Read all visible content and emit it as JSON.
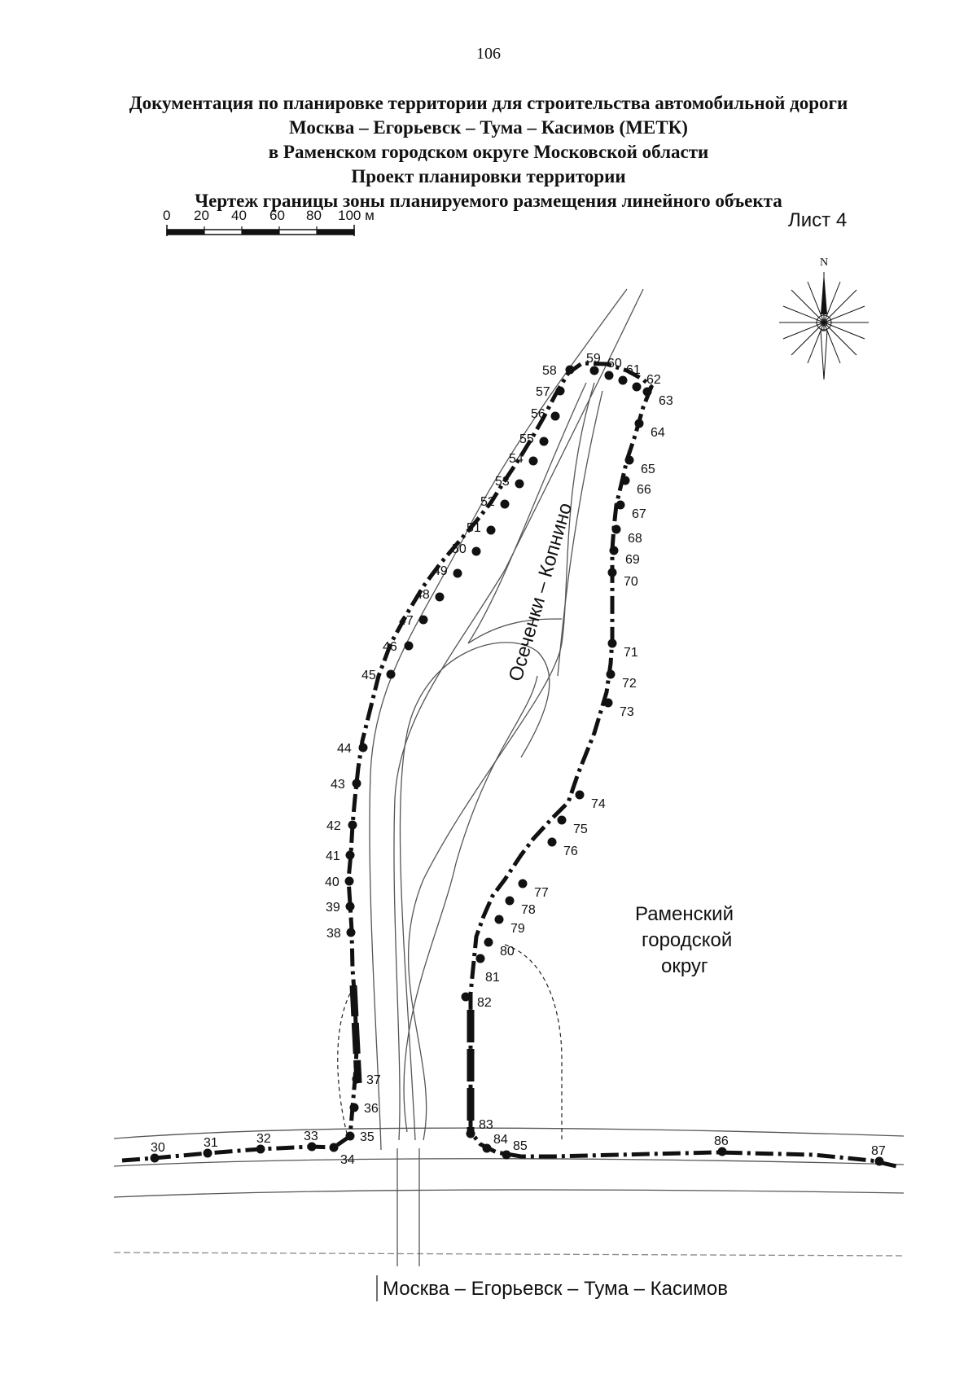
{
  "page_number": "106",
  "title_lines": [
    "Документация по планировке территории для строительства автомобильной дороги",
    "Москва – Егорьевск – Тума – Касимов (МЕТК)",
    "в Раменском городском округе Московской области",
    "Проект планировки территории",
    "Чертеж границы зоны планируемого размещения линейного объекта"
  ],
  "sheet_label": "Лист 4",
  "scale_bar": {
    "ticks": [
      "0",
      "20",
      "40",
      "60",
      "80",
      "100 м"
    ]
  },
  "compass": {
    "north_label": "N"
  },
  "labels": {
    "road_bottom": "Москва – Егорьевск – Тума – Касимов",
    "road_ramp": "Осеченки – Копнино",
    "district_line1": "Раменский",
    "district_line2": "городской",
    "district_line3": "округ"
  },
  "boundary_points": [
    {
      "id": "30"
    },
    {
      "id": "31"
    },
    {
      "id": "32"
    },
    {
      "id": "33"
    },
    {
      "id": "34"
    },
    {
      "id": "35"
    },
    {
      "id": "36"
    },
    {
      "id": "37"
    },
    {
      "id": "38"
    },
    {
      "id": "39"
    },
    {
      "id": "40"
    },
    {
      "id": "41"
    },
    {
      "id": "42"
    },
    {
      "id": "43"
    },
    {
      "id": "44"
    },
    {
      "id": "45"
    },
    {
      "id": "46"
    },
    {
      "id": "47"
    },
    {
      "id": "48"
    },
    {
      "id": "49"
    },
    {
      "id": "50"
    },
    {
      "id": "51"
    },
    {
      "id": "52"
    },
    {
      "id": "53"
    },
    {
      "id": "54"
    },
    {
      "id": "55"
    },
    {
      "id": "56"
    },
    {
      "id": "57"
    },
    {
      "id": "58"
    },
    {
      "id": "59"
    },
    {
      "id": "60"
    },
    {
      "id": "61"
    },
    {
      "id": "62"
    },
    {
      "id": "63"
    },
    {
      "id": "64"
    },
    {
      "id": "65"
    },
    {
      "id": "66"
    },
    {
      "id": "67"
    },
    {
      "id": "68"
    },
    {
      "id": "69"
    },
    {
      "id": "70"
    },
    {
      "id": "71"
    },
    {
      "id": "72"
    },
    {
      "id": "73"
    },
    {
      "id": "74"
    },
    {
      "id": "75"
    },
    {
      "id": "76"
    },
    {
      "id": "77"
    },
    {
      "id": "78"
    },
    {
      "id": "79"
    },
    {
      "id": "80"
    },
    {
      "id": "81"
    },
    {
      "id": "82"
    },
    {
      "id": "83"
    },
    {
      "id": "84"
    },
    {
      "id": "85"
    },
    {
      "id": "86"
    },
    {
      "id": "87"
    }
  ],
  "colors": {
    "ink": "#111111",
    "road_line": "#555555",
    "faint": "#bbbbbb"
  }
}
